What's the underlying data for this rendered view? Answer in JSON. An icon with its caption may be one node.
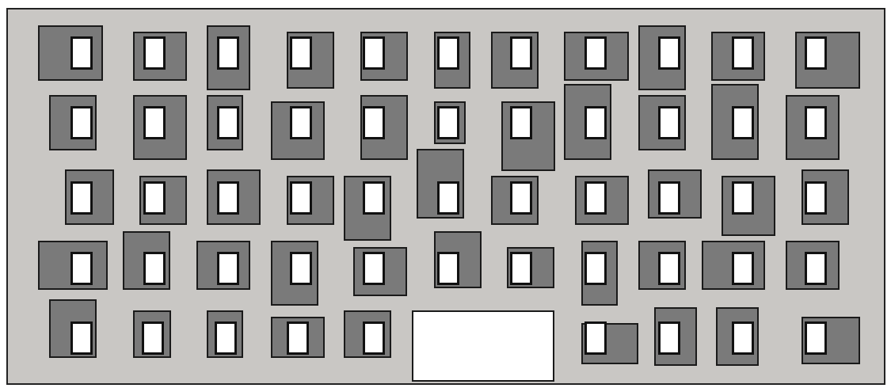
{
  "diagram": {
    "nodes": [
      {
        "text": [],
        "shape": "box"
      },
      {
        "text": [],
        "shape": "box"
      },
      {
        "text": [],
        "shape": "box"
      },
      {
        "text": [],
        "shape": "box"
      },
      {
        "text": [],
        "shape": "box"
      },
      {
        "text": [],
        "shape": "box"
      },
      {
        "text": [],
        "shape": "box"
      },
      {
        "text": [],
        "shape": "box"
      },
      {
        "text": [],
        "shape": "box"
      },
      {
        "text": [],
        "shape": "box"
      },
      {
        "text": [],
        "shape": "box"
      },
      {
        "text": [],
        "shape": "box"
      },
      {
        "text": [],
        "shape": "box"
      },
      {
        "text": [],
        "shape": "box"
      },
      {
        "text": [],
        "shape": "box"
      },
      {
        "text": [],
        "shape": "box"
      },
      {
        "text": [],
        "shape": "box"
      },
      {
        "text": [],
        "shape": "box"
      },
      {
        "text": [],
        "shape": "box"
      },
      {
        "text": [],
        "shape": "box"
      },
      {
        "text": [],
        "shape": "box"
      },
      {
        "text": [],
        "shape": "box"
      },
      {
        "text": [],
        "shape": "box"
      },
      {
        "text": [],
        "shape": "box"
      },
      {
        "text": [],
        "shape": "box"
      },
      {
        "text": [],
        "shape": "box"
      },
      {
        "text": [],
        "shape": "box"
      },
      {
        "text": [],
        "shape": "box"
      },
      {
        "text": [],
        "shape": "box"
      },
      {
        "text": [],
        "shape": "box"
      },
      {
        "text": [],
        "shape": "box"
      },
      {
        "text": [],
        "shape": "box"
      },
      {
        "text": [],
        "shape": "box"
      },
      {
        "text": [],
        "shape": "box"
      },
      {
        "text": [],
        "shape": "box"
      },
      {
        "text": [],
        "shape": "box"
      },
      {
        "text": [],
        "shape": "box"
      },
      {
        "text": [],
        "shape": "box"
      },
      {
        "text": [],
        "shape": "box"
      },
      {
        "text": [],
        "shape": "box"
      },
      {
        "text": [],
        "shape": "box"
      },
      {
        "text": [],
        "shape": "box"
      },
      {
        "text": [],
        "shape": "box"
      },
      {
        "text": [],
        "shape": "box"
      },
      {
        "text": [],
        "shape": "box"
      },
      {
        "text": [],
        "shape": "box"
      },
      {
        "text": [],
        "shape": "box"
      },
      {
        "text": [],
        "shape": "box"
      },
      {
        "text": [],
        "shape": "box"
      },
      {
        "text": [],
        "shape": "box"
      },
      {
        "text": [],
        "shape": "box"
      },
      {
        "text": [],
        "shape": "box"
      },
      {
        "text": [],
        "shape": "box"
      },
      {
        "text": [],
        "shape": "box"
      }
    ]
  }
}
